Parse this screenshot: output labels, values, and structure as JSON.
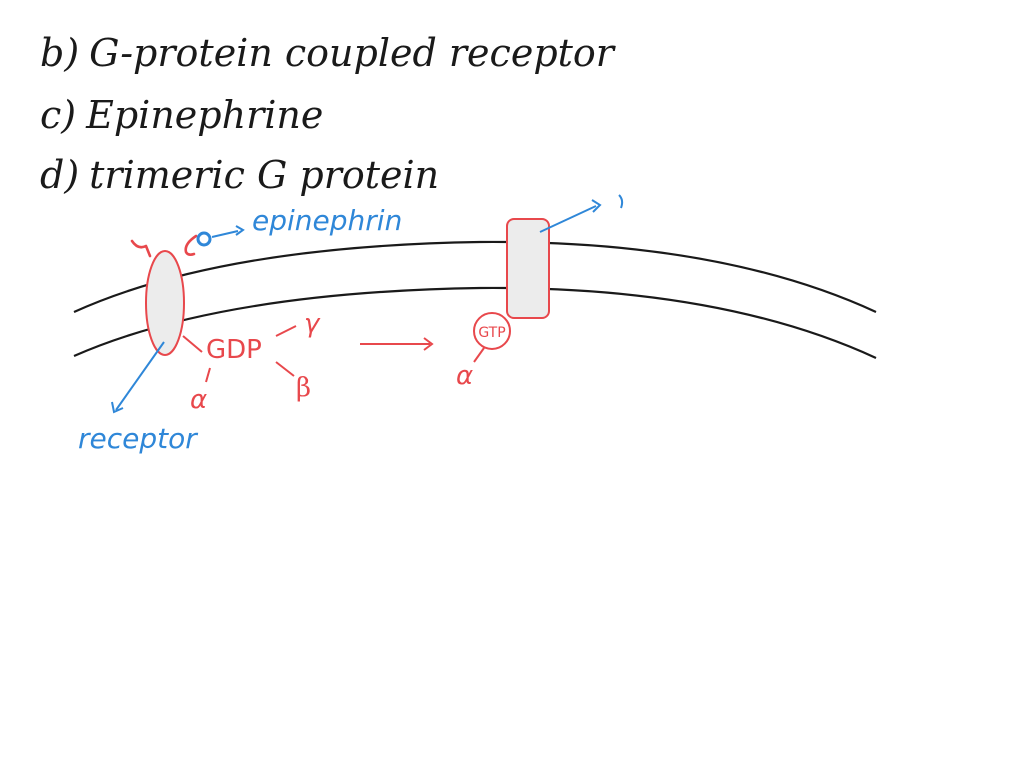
{
  "list": {
    "a": {
      "marker": "",
      "text": ""
    },
    "b": {
      "marker": "b)",
      "text": "G-protein coupled receptor"
    },
    "c": {
      "marker": "c)",
      "text": "Epinephrine"
    },
    "d": {
      "marker": "d)",
      "text": "trimeric G protein"
    }
  },
  "diagram": {
    "labels": {
      "epinephrin": "epinephrin",
      "receptor": "receptor",
      "gdp": "GDP",
      "gtp": "GTP",
      "gamma": "γ",
      "beta": "β",
      "alpha_left": "α",
      "alpha_right": "α"
    },
    "colors": {
      "ink_black": "#1a1a1a",
      "ink_red": "#e8484c",
      "ink_blue": "#2f87d8",
      "fill_gray": "#ececec"
    }
  }
}
